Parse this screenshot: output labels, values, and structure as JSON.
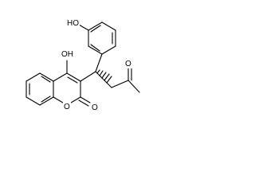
{
  "molecule": {
    "atom_labels": {
      "phenol_oh": "HO",
      "enol_oh": "OH",
      "ketone_o": "O",
      "ring_o": "O",
      "lactone_o": "O"
    }
  }
}
